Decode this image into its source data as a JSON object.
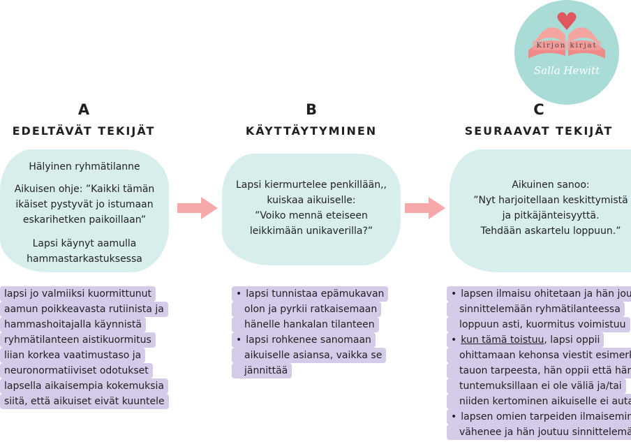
{
  "logo": {
    "brand": "Kirjon kirjat",
    "author": "Salla Hewitt",
    "colors": {
      "circle": "#a9dcd6",
      "book": "#f08a8a",
      "heart": "#e0585f"
    }
  },
  "columns": [
    {
      "letter": "A",
      "title": "EDELTÄVÄT TEKIJÄT",
      "bubble": [
        "Hälyinen ryhmätilanne",
        "Aikuisen ohje: ”Kaikki tämän",
        "ikäiset pystyvät jo istumaan",
        "eskarihetken paikoillaan”",
        "Lapsi käynyt aamulla",
        "hammastarkastuksessa"
      ],
      "list": [
        "lapsi jo valmiiksi kuormittunut",
        "aamun poikkeavasta rutiinista ja",
        "hammashoitajalla käynnistä",
        "ryhmätilanteen aistikuormitus",
        "liian korkea vaatimustaso ja",
        "neuronormatiiviset odotukset",
        "lapsella aikaisempia kokemuksia",
        "siitä, että aikuiset eivät kuuntele"
      ]
    },
    {
      "letter": "B",
      "title": "KÄYTTÄYTYMINEN",
      "bubble": [
        "Lapsi kiermurtelee penkillään,,",
        "kuiskaa aikuiselle:",
        "”Voiko mennä eteiseen",
        "leikkimään unikaverilla?”"
      ],
      "list": [
        "lapsi tunnistaa epämukavan",
        "olon ja pyrkii ratkaisemaan",
        "hänelle hankalan tilanteen",
        "lapsi rohkenee sanomaan",
        "aikuiselle asiansa, vaikka se",
        "jännittää"
      ]
    },
    {
      "letter": "C",
      "title": "SEURAAVAT TEKIJÄT",
      "bubble": [
        "Aikuinen sanoo:",
        "”Nyt harjoitellaan keskittymistä",
        "ja pitkäjänteisyyttä.",
        "Tehdään askartelu loppuun.”"
      ],
      "list": [
        "lapsen ilmaisu ohitetaan ja hän jou",
        "sinnittelemään ryhmätilanteessa",
        "loppuun asti, kuormitus voimistuu",
        "kun tämä toistuu",
        ", lapsi oppii",
        "ohittamaan kehonsa viestit esimerk",
        "tauon tarpeesta, hän oppii että hän",
        "tuntemuksillaan ei ole väliä ja/tai",
        "niiden kertominen aikuiselle ei auta",
        "lapsen omien tarpeiden ilmaisemin",
        "vähenee ja hän joutuu sinnittelemä"
      ]
    }
  ],
  "colors": {
    "bubble": "#d7eeec",
    "list_highlight": "#d4cbe9",
    "arrow": "#f7a8a8"
  }
}
